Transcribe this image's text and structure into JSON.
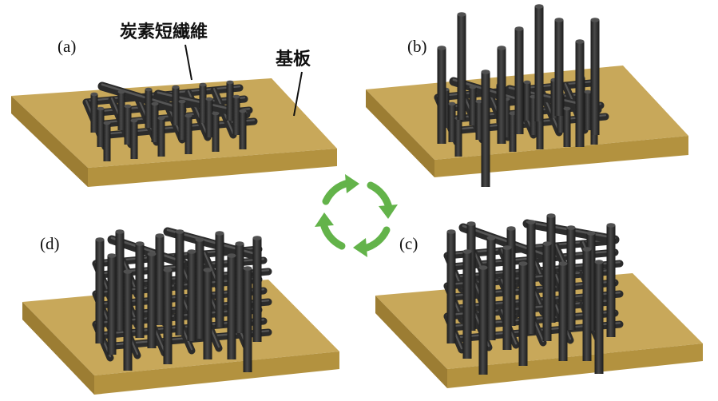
{
  "labels": {
    "carbon_fiber": "炭素短繊維",
    "substrate": "基板"
  },
  "panels": {
    "a": {
      "label": "(a)"
    },
    "b": {
      "label": "(b)"
    },
    "c": {
      "label": "(c)"
    },
    "d": {
      "label": "(d)"
    }
  },
  "colors": {
    "substrate_top": "#c8a85a",
    "substrate_front": "#b3923f",
    "substrate_side": "#9c7d33",
    "fiber": "#2a2a2a",
    "fiber_highlight": "#5a5a5a",
    "cycle_arrow": "#63b34a"
  },
  "cycle_arrows": {
    "count": 4,
    "icon": "circular-arrows-icon"
  }
}
